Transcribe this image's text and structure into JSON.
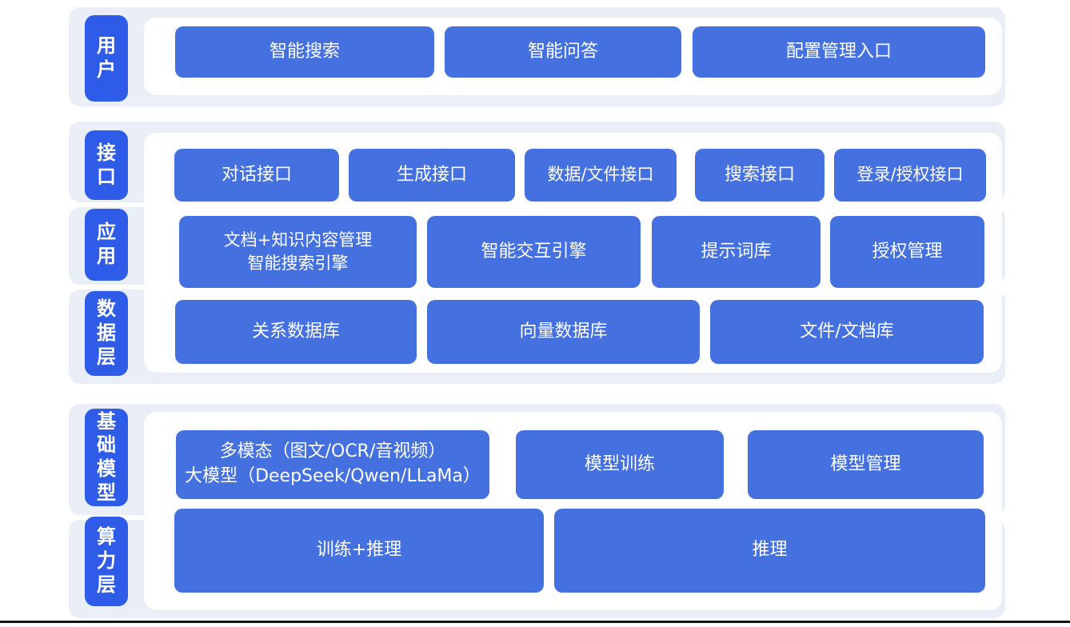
{
  "colors": {
    "node_blue": "#4571e0",
    "label_blue": "#2e5ce8",
    "band_bg": "#e9eef7",
    "panel_bg": "#ffffff",
    "bottom_line": "#141414"
  },
  "layers": {
    "user": {
      "label": "用\n户",
      "nodes": [
        "智能搜索",
        "智能问答",
        "配置管理入口"
      ]
    },
    "interface": {
      "label": "接\n口",
      "nodes": [
        "对话接口",
        "生成接口",
        "数据/文件接口",
        "搜索接口",
        "登录/授权接口"
      ]
    },
    "application": {
      "label": "应\n用",
      "nodes": [
        "文档+知识内容管理\n智能搜索引擎",
        "智能交互引擎",
        "提示词库",
        "授权管理"
      ]
    },
    "data_layer": {
      "label": "数\n据\n层",
      "nodes": [
        "关系数据库",
        "向量数据库",
        "文件/文档库"
      ]
    },
    "foundation_model": {
      "label": "基\n础\n模\n型",
      "nodes": [
        "多模态（图文/OCR/音视频）\n大模型（DeepSeek/Qwen/LLaMa）",
        "模型训练",
        "模型管理"
      ]
    },
    "compute": {
      "label": "算\n力\n层",
      "nodes": [
        "训练+推理",
        "推理"
      ]
    }
  }
}
